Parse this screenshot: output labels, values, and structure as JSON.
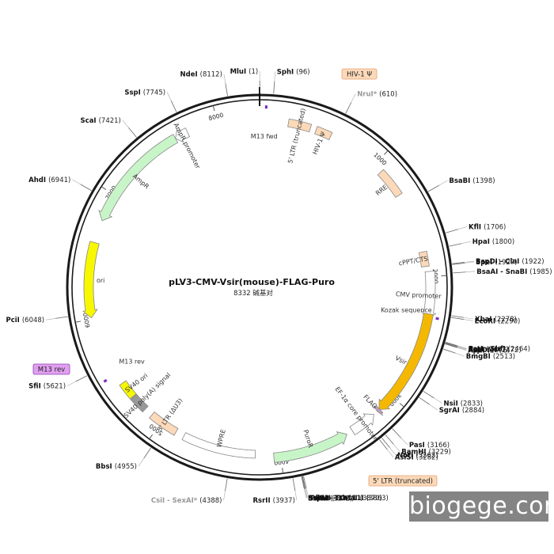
{
  "map": {
    "title": "pLV3-CMV-Vsir(mouse)-FLAG-Puro",
    "length_label": "8332 碱基对",
    "total_bp": 8332
  },
  "features": [
    {
      "name": "5' LTR (truncated)",
      "start": 230,
      "end": 410,
      "color": "#fbd9b9",
      "shape": "box"
    },
    {
      "name": "HIV-1 Ψ",
      "start": 457,
      "end": 583,
      "color": "#fbd9b9",
      "shape": "box"
    },
    {
      "name": "RRE",
      "start": 1075,
      "end": 1309,
      "color": "#fbd9b9",
      "shape": "box"
    },
    {
      "name": "cPPT/CTS",
      "start": 1800,
      "end": 1918,
      "color": "#fbd9b9",
      "shape": "box"
    },
    {
      "name": "CMV promoter",
      "start": 1960,
      "end": 2340,
      "color": "#ffffff",
      "shape": "arrow",
      "dir": 1
    },
    {
      "name": "Vsir",
      "start": 2290,
      "end": 3140,
      "color": "#f5b800",
      "shape": "arrow",
      "dir": 1
    },
    {
      "name": "FLAG",
      "start": 3135,
      "end": 3160,
      "color": "#c0a0c0",
      "shape": "arrow",
      "dir": 1
    },
    {
      "name": "EF-1α core promoter",
      "start": 3195,
      "end": 3405,
      "color": "#ffffff",
      "shape": "arrow",
      "dir": -1
    },
    {
      "name": "PuroR",
      "start": 3455,
      "end": 4055,
      "color": "#c8f5c8",
      "shape": "arrow",
      "dir": -1
    },
    {
      "name": "WPRE",
      "start": 4200,
      "end": 4790,
      "color": "#ffffff",
      "shape": "box"
    },
    {
      "name": "3' LTR (ΔU3)",
      "start": 4860,
      "end": 5095,
      "color": "#fbd9b9",
      "shape": "box"
    },
    {
      "name": "SV40 poly(A) signal",
      "start": 5165,
      "end": 5300,
      "color": "#999999",
      "shape": "box"
    },
    {
      "name": "SV40 ori",
      "start": 5305,
      "end": 5440,
      "color": "#f7f700",
      "shape": "box"
    },
    {
      "name": "ori",
      "start": 6010,
      "end": 6600,
      "color": "#f7f700",
      "shape": "arrow",
      "dir": -1
    },
    {
      "name": "AmpR",
      "start": 6780,
      "end": 7650,
      "color": "#c8f5c8",
      "shape": "arrow",
      "dir": -1
    },
    {
      "name": "AmpR promoter",
      "start": 7650,
      "end": 7755,
      "color": "#ffffff",
      "shape": "arrow",
      "dir": -1
    }
  ],
  "primers": [
    {
      "name": "M13 fwd",
      "pos": 40,
      "dir": 1
    },
    {
      "name": "Kozak sequence",
      "pos": 2305,
      "dir": 1
    },
    {
      "name": "M13 rev",
      "pos": 5535,
      "dir": -1
    }
  ],
  "sites": [
    {
      "name": "MluI",
      "pos": "1",
      "side": "left"
    },
    {
      "name": "SphI",
      "pos": "96",
      "side": "right"
    },
    {
      "name": "NruI*",
      "pos": "610",
      "side": "right",
      "star": true
    },
    {
      "name": "BsaBI",
      "pos": "1398",
      "side": "right"
    },
    {
      "name": "KflI",
      "pos": "1706",
      "side": "right"
    },
    {
      "name": "HpaI",
      "pos": "1800",
      "side": "right"
    },
    {
      "name": "BspDI - ClaI",
      "pos": "1922",
      "side": "right"
    },
    {
      "name": "SpeI",
      "pos": "1927",
      "side": "right"
    },
    {
      "name": "BsaAI - SnaBI",
      "pos": "1985",
      "side": "right"
    },
    {
      "name": "XbaI",
      "pos": "2278",
      "side": "right"
    },
    {
      "name": "EcoRI",
      "pos": "2290",
      "side": "right"
    },
    {
      "name": "PstI - SbfI",
      "pos": "2464",
      "side": "right"
    },
    {
      "name": "AarI",
      "pos": "2467",
      "side": "right"
    },
    {
      "name": "PspOMI",
      "pos": "2472",
      "side": "right"
    },
    {
      "name": "ApaI",
      "pos": "2476",
      "side": "right"
    },
    {
      "name": "BmgBI",
      "pos": "2513",
      "side": "right"
    },
    {
      "name": "NsiI",
      "pos": "2833",
      "side": "right"
    },
    {
      "name": "SgrAI",
      "pos": "2884",
      "side": "right"
    },
    {
      "name": "PasI",
      "pos": "3166",
      "side": "right"
    },
    {
      "name": "BamHI",
      "pos": "3229",
      "side": "right"
    },
    {
      "name": "NotI",
      "pos": "3262",
      "side": "right"
    },
    {
      "name": "AsiSI",
      "pos": "3282",
      "side": "right"
    },
    {
      "name": "PflFI - Tth111I",
      "pos": "3863",
      "side": "right"
    },
    {
      "name": "TspMI - XmaI",
      "pos": "3870",
      "side": "right"
    },
    {
      "name": "SmaI",
      "pos": "3872",
      "side": "right"
    },
    {
      "name": "BsiWI",
      "pos": "3877",
      "side": "right"
    },
    {
      "name": "RsrII",
      "pos": "3937",
      "side": "left"
    },
    {
      "name": "CsiI - SexAI*",
      "pos": "4388",
      "side": "left",
      "star": true
    },
    {
      "name": "BbsI",
      "pos": "4955",
      "side": "left"
    },
    {
      "name": "SfiI",
      "pos": "5621",
      "side": "left"
    },
    {
      "name": "PciI",
      "pos": "6048",
      "side": "left"
    },
    {
      "name": "AhdI",
      "pos": "6941",
      "side": "left"
    },
    {
      "name": "ScaI",
      "pos": "7421",
      "side": "left"
    },
    {
      "name": "SspI",
      "pos": "7745",
      "side": "left"
    },
    {
      "name": "NdeI",
      "pos": "8112",
      "side": "left"
    }
  ],
  "ticks": [
    "1000",
    "2000",
    "3000",
    "4000",
    "5000",
    "6000",
    "7000",
    "8000"
  ],
  "callouts": [
    {
      "name": "HIV-1 Ψ",
      "color": "#fbd9b9",
      "border": "#e8a070"
    },
    {
      "name": "5' LTR (truncated)",
      "color": "#fbd9b9",
      "border": "#e8a070"
    },
    {
      "name": "M13 rev",
      "color": "#e0a0f0",
      "border": "#9040b0"
    }
  ],
  "watermark": "biogege.com",
  "colors": {
    "backbone": "#1a1a1a",
    "tick": "#555555"
  }
}
